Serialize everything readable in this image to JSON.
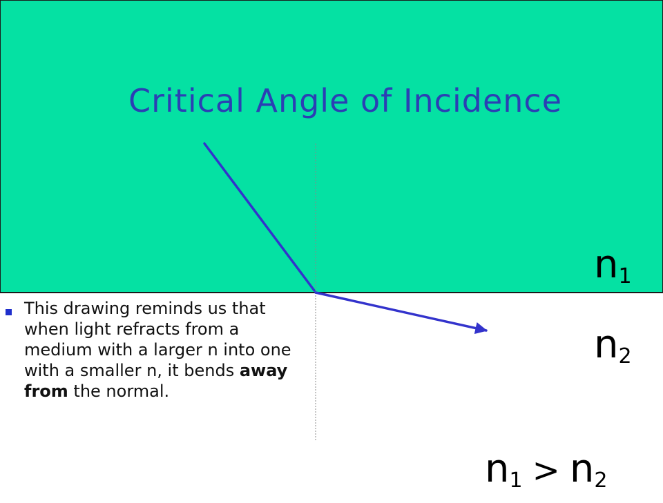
{
  "title": "Critical Angle of Incidence",
  "colors": {
    "top_medium": "#05E1A3",
    "bottom_medium": "#FFFFFF",
    "title": "#2B3FB4",
    "ray": "#3333CC",
    "bullet": "#1F2FCC",
    "normal": "#888888"
  },
  "labels": {
    "n1": {
      "base": "n",
      "sub": "1"
    },
    "n2": {
      "base": "n",
      "sub": "2"
    },
    "comparison": {
      "left_base": "n",
      "left_sub": "1",
      "operator": ">",
      "right_base": "n",
      "right_sub": "2"
    }
  },
  "bullet": {
    "text_before": "This drawing reminds us that when light refracts from a medium with a larger n into one with a smaller n, it bends ",
    "bold_text": "away from",
    "text_after": " the normal."
  }
}
